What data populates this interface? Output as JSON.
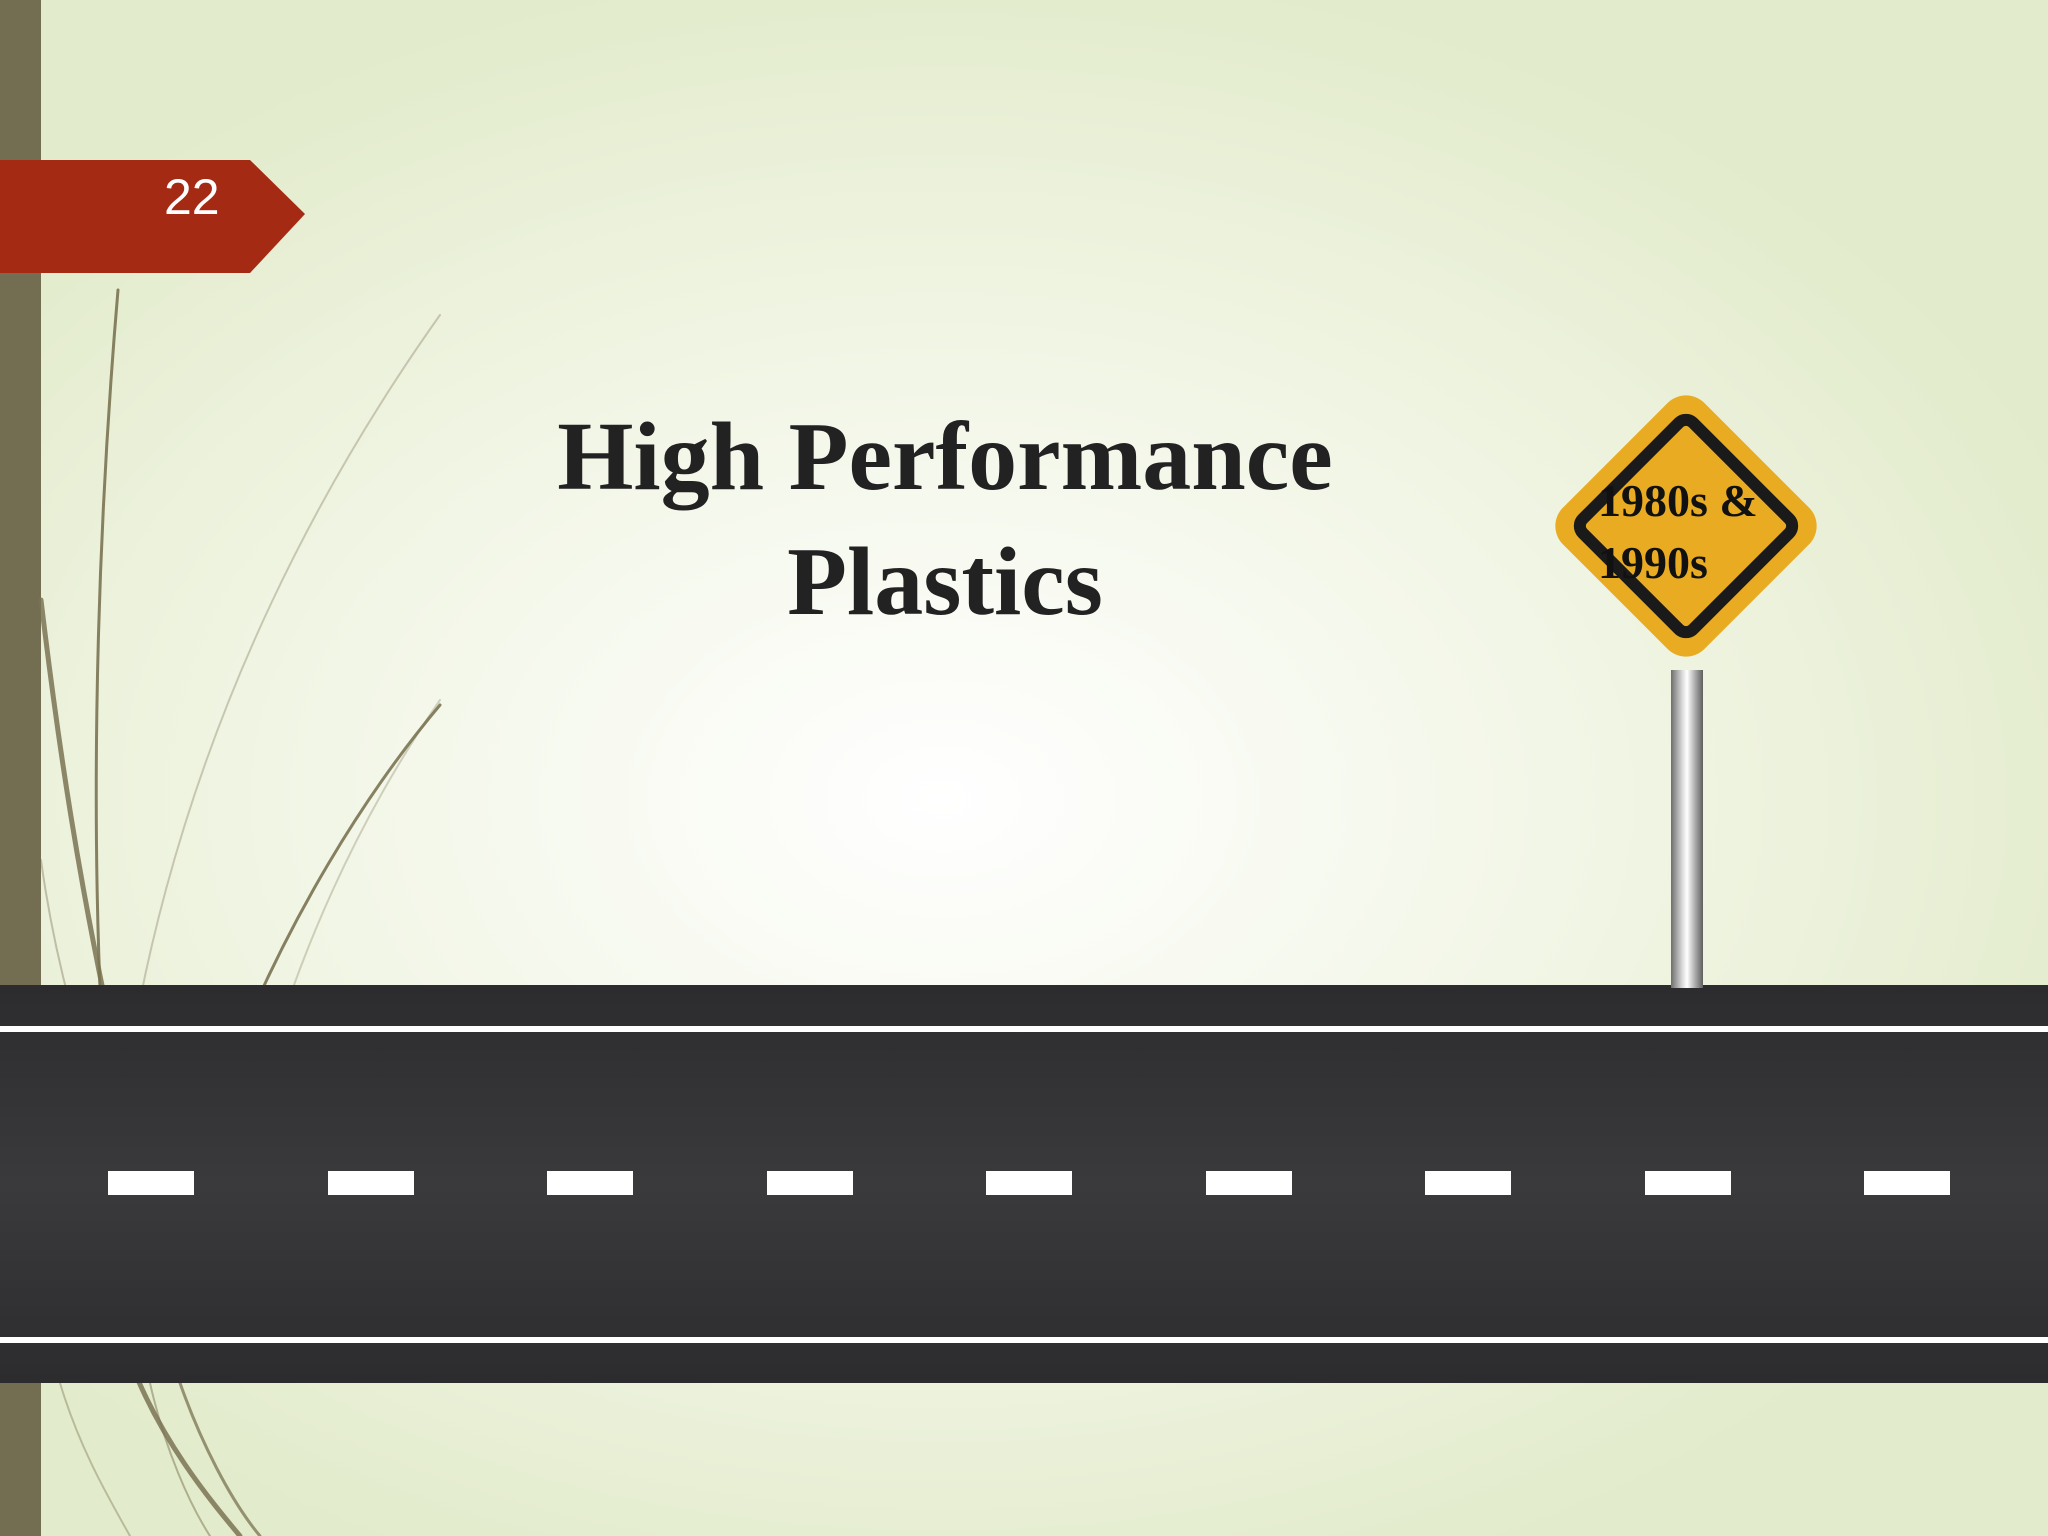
{
  "slide": {
    "number": "22",
    "title_line1": "High Performance",
    "title_line2": "Plastics",
    "sign_line1": "1980s &",
    "sign_line2": "1990s"
  },
  "colors": {
    "left_bar": "#736d52",
    "number_tag": "#a52a14",
    "sign_yellow": "#e9ab22",
    "road": "#333335",
    "background_center": "#ffffff",
    "background_edge": "#e2ebcb"
  },
  "icons": {
    "sign": "diamond-road-sign-icon",
    "road": "road-illustration"
  }
}
